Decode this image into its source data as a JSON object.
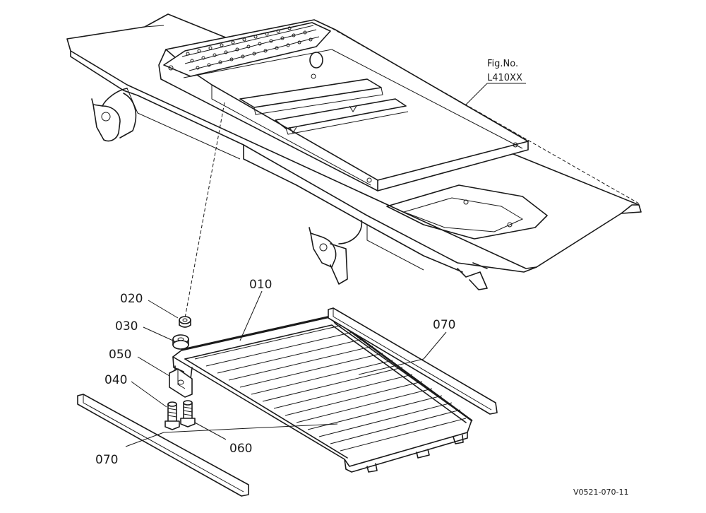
{
  "figure": {
    "fig_label": "Fig.No.",
    "fig_number": "L410XX",
    "drawing_code": "V0521-070-11"
  },
  "callouts": [
    {
      "id": "c010",
      "text": "010"
    },
    {
      "id": "c020",
      "text": "020"
    },
    {
      "id": "c030",
      "text": "030"
    },
    {
      "id": "c050",
      "text": "050"
    },
    {
      "id": "c040",
      "text": "040"
    },
    {
      "id": "c070a",
      "text": "070"
    },
    {
      "id": "c070b",
      "text": "070"
    },
    {
      "id": "c060",
      "text": "060"
    }
  ]
}
